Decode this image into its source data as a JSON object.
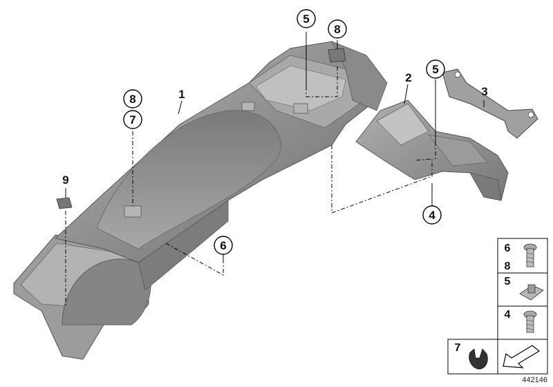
{
  "callouts": [
    {
      "id": "c1",
      "label": "1"
    },
    {
      "id": "c2",
      "label": "2"
    },
    {
      "id": "c3",
      "label": "3"
    },
    {
      "id": "c4",
      "label": "4"
    },
    {
      "id": "c5a",
      "label": "5"
    },
    {
      "id": "c5b",
      "label": "5"
    },
    {
      "id": "c6",
      "label": "6"
    },
    {
      "id": "c7",
      "label": "7"
    },
    {
      "id": "c8a",
      "label": "8"
    },
    {
      "id": "c8b",
      "label": "8"
    },
    {
      "id": "c9",
      "label": "9"
    }
  ],
  "legend": {
    "row1": [
      "6",
      "8"
    ],
    "row2": "5",
    "row3": "4",
    "row4": "7"
  },
  "diagram_number": "442146",
  "colors": {
    "part_fill": "#9a9a9a",
    "part_dark": "#6e6e6e",
    "part_light": "#c4c4c4",
    "line": "#000000"
  }
}
